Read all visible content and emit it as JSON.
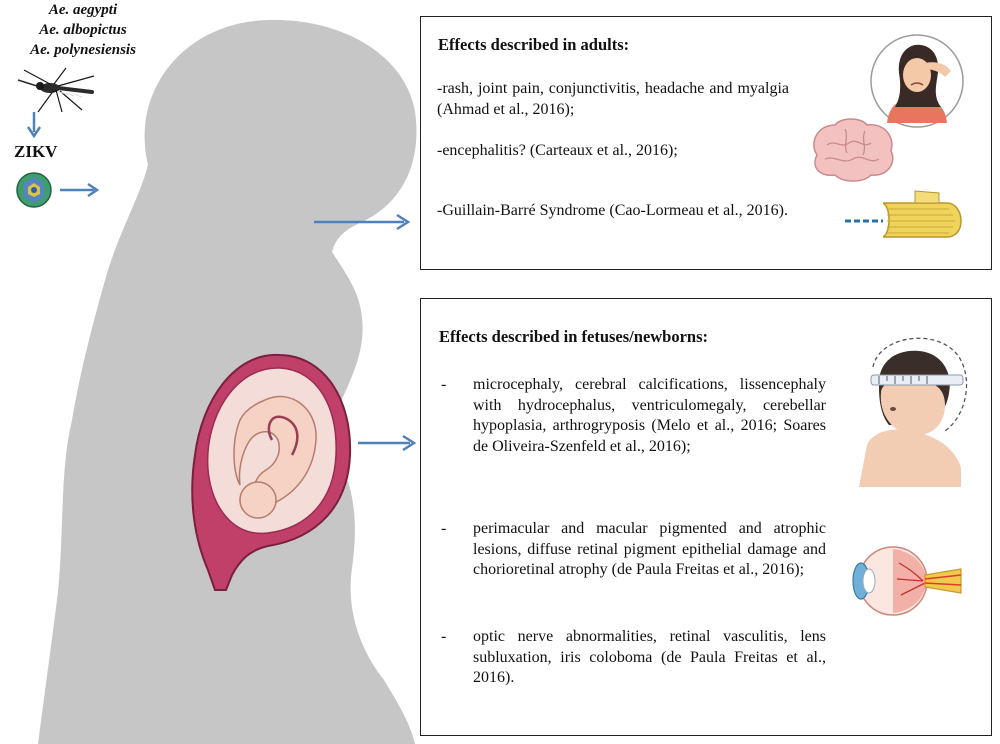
{
  "vectors": {
    "species": [
      "Ae. aegypti",
      "Ae. albopictus",
      "Ae. polynesiensis"
    ],
    "virus_label": "ZIKV"
  },
  "adults_panel": {
    "title": "Effects described in adults:",
    "effects": [
      "-rash, joint pain, conjunctivitis, headache and myalgia (Ahmad et al., 2016);",
      "-encephalitis? (Carteaux et al., 2016);",
      "-Guillain-Barré Syndrome (Cao-Lormeau et al., 2016)."
    ]
  },
  "fetus_panel": {
    "title": "Effects described in fetuses/newborns:",
    "bullet": "-",
    "effects": [
      "microcephaly, cerebral calcifications, lissencephaly with hydrocephalus, ventriculomegaly, cerebellar hypoplasia, arthrogryposis (Melo et al., 2016; Soares de Oliveira-Szenfeld et al., 2016);",
      "perimacular and macular pigmented and atrophic lesions, diffuse retinal pigment epithelial damage and chorioretinal atrophy (de Paula Freitas et al., 2016);",
      "optic nerve abnormalities, retinal vasculitis, lens subluxation, iris coloboma (de Paula Freitas et al., 2016)."
    ]
  },
  "colors": {
    "silhouette": "#c6c6c6",
    "arrow": "#4f81bd",
    "uterus": "#c0406a",
    "fetus_skin": "#f6d2c4"
  }
}
